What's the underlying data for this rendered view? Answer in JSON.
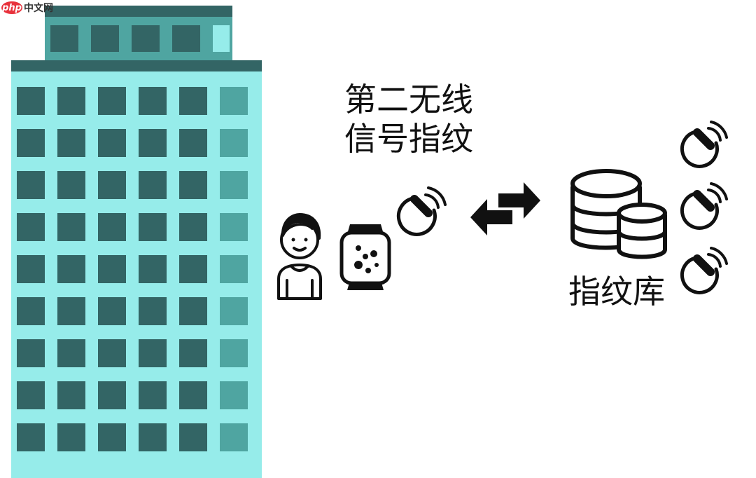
{
  "watermark": {
    "logo": "php",
    "text": "中文网"
  },
  "labels": {
    "signal_line1": "第二无线",
    "signal_line2": "信号指纹",
    "database": "指纹库"
  },
  "colors": {
    "building_body": "#96ecea",
    "building_trim": "#336565",
    "window_dark": "#336565",
    "window_light": "#4fa5a1",
    "annex_body": "#4fa5a1",
    "annex_window_lit": "#96ecea",
    "icon_stroke": "#111111"
  },
  "icons": {
    "person": "person-icon",
    "watch": "smartwatch-icon",
    "signal": "wireless-signal-icon",
    "exchange": "exchange-arrows-icon",
    "database": "database-icon"
  }
}
